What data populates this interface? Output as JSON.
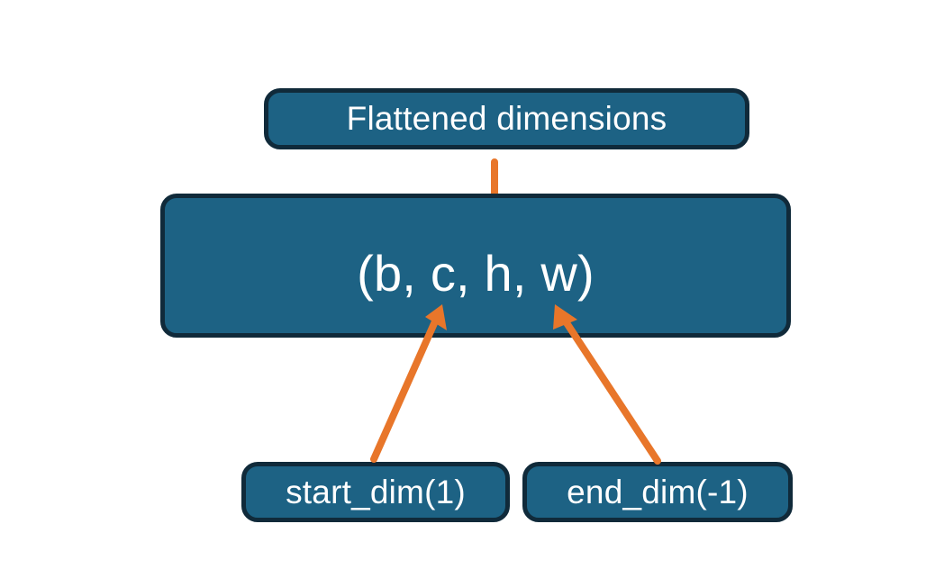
{
  "diagram": {
    "title": "Flatten dimensions diagram",
    "colors": {
      "background": "#ffffff",
      "box_fill": "#1d6284",
      "box_border": "#102a3a",
      "text": "#ffffff",
      "accent_orange": "#e8762a"
    },
    "nodes": {
      "flattened": {
        "label": "Flattened dimensions"
      },
      "shape": {
        "label": "(b, c, h, w)"
      },
      "start_dim": {
        "label": "start_dim(1)"
      },
      "end_dim": {
        "label": "end_dim(-1)"
      }
    },
    "annotations": {
      "brace": {
        "name": "curly-brace",
        "color": "#e8762a"
      },
      "arrow_start": {
        "name": "arrow-start-dim",
        "color": "#e8762a"
      },
      "arrow_end": {
        "name": "arrow-end-dim",
        "color": "#e8762a"
      }
    }
  }
}
